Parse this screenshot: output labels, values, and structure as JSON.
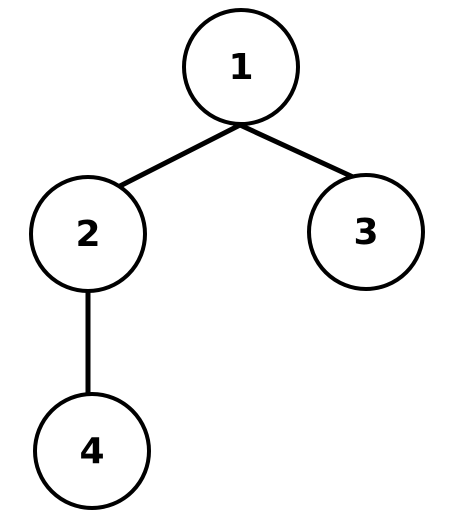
{
  "diagram": {
    "nodes": [
      {
        "id": "1",
        "label": "1"
      },
      {
        "id": "2",
        "label": "2"
      },
      {
        "id": "3",
        "label": "3"
      },
      {
        "id": "4",
        "label": "4"
      }
    ],
    "edges": [
      {
        "from": "1",
        "to": "2"
      },
      {
        "from": "1",
        "to": "3"
      },
      {
        "from": "2",
        "to": "4"
      }
    ]
  }
}
